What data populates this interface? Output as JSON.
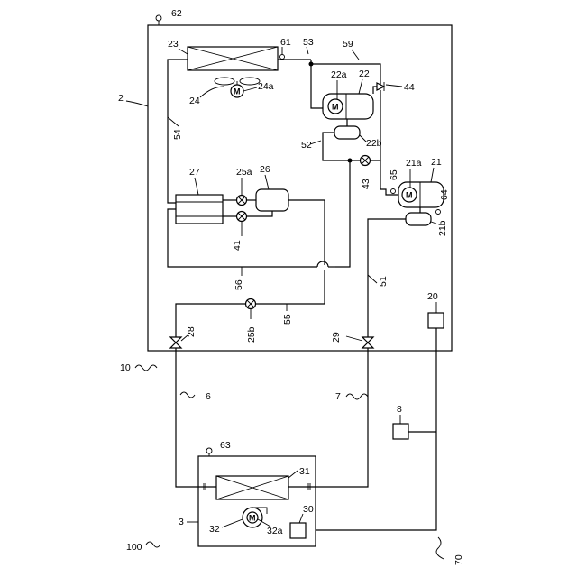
{
  "labels": {
    "system": "100",
    "refrigerant_circuit": "10",
    "outdoor_unit": "2",
    "indoor_unit": "3",
    "gas_pipe": "6",
    "liquid_pipe": "7",
    "remote_controller": "8",
    "outdoor_controller": "20",
    "compressor_1": "21",
    "compressor_1_motor": "21a",
    "compressor_1_accumulator": "21b",
    "compressor_2": "22",
    "compressor_2_motor": "22a",
    "compressor_2_accumulator": "22b",
    "outdoor_heat_exchanger": "23",
    "outdoor_fan": "24",
    "outdoor_fan_motor": "24a",
    "expansion_valve_a": "25a",
    "expansion_valve_b": "25b",
    "receiver": "26",
    "subcooler": "27",
    "liquid_shutoff_valve": "28",
    "gas_shutoff_valve": "29",
    "indoor_controller": "30",
    "indoor_heat_exchanger": "31",
    "indoor_fan": "32",
    "indoor_fan_motor": "32a",
    "valve_41": "41",
    "valve_43": "43",
    "check_valve_44": "44",
    "pipe_51": "51",
    "pipe_52": "52",
    "pipe_53": "53",
    "pipe_54": "54",
    "pipe_55": "55",
    "pipe_56": "56",
    "pipe_59": "59",
    "sensor_61": "61",
    "sensor_62": "62",
    "sensor_63": "63",
    "sensor_64": "64",
    "sensor_65": "65",
    "comm_line": "70"
  },
  "motor_symbol": "M"
}
